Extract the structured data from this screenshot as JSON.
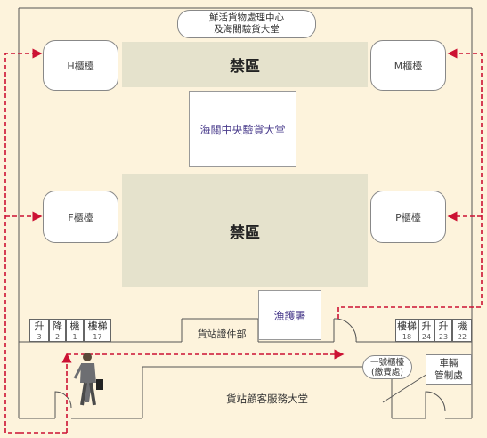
{
  "top_center_label": [
    "鮮活貨物處理中心",
    "及海關驗貨大堂"
  ],
  "restricted_label": "禁區",
  "central_hall_label": "海關中央驗貨大堂",
  "gates": {
    "h": "H櫃檯",
    "m": "M櫃檯",
    "f": "F櫃檯",
    "p": "P櫃檯"
  },
  "fisheries_label": "漁護署",
  "cert_dept_label": "貨站證件部",
  "customer_hall_label": "貨站顧客服務大堂",
  "counter_one_label": [
    "一號櫃檯",
    "(繳費處)"
  ],
  "vehicle_control_label": [
    "車輛",
    "管制處"
  ],
  "left_cells": [
    {
      "name": "升",
      "num": "3"
    },
    {
      "name": "降",
      "num": "2"
    },
    {
      "name": "機",
      "num": "1"
    },
    {
      "name": "樓梯",
      "num": "17"
    }
  ],
  "right_cells": [
    {
      "name": "樓梯",
      "num": "18"
    },
    {
      "name": "升",
      "num": "24"
    },
    {
      "name": "升",
      "num": "23"
    },
    {
      "name": "機",
      "num": "22"
    }
  ],
  "colors": {
    "background": "#fdf3dc",
    "restricted_zone": "#e5e2cc",
    "route": "#cc1133"
  }
}
